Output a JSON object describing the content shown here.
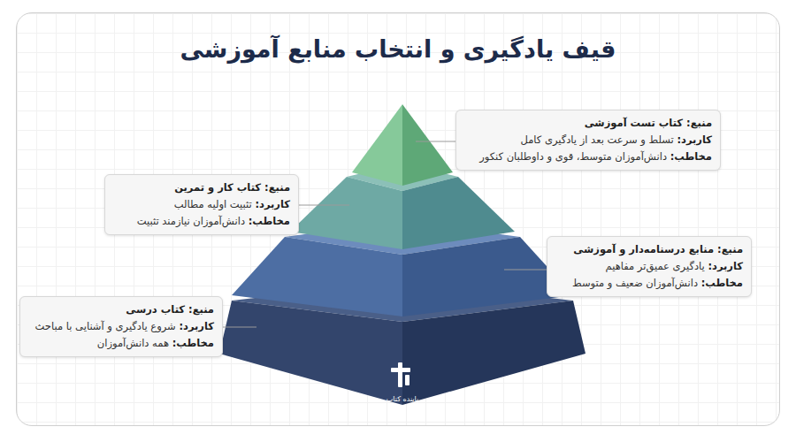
{
  "diagram": {
    "title": "قیف یادگیری و انتخاب منابع آموزشی",
    "nodes": [
      {
        "text": [
          "منبع: کتاب تست آموزشی",
          "کاربرد:",
          "تسلط و سرعت بعد از یادگیری کامل",
          "مخاطب:",
          "دانش‌آموزان متوسط، قوی و داوطلبان کنکور"
        ]
      },
      {
        "text": [
          "منبع: کتاب کار و تمرین",
          "کاربرد:",
          "تثبیت اولیه مطالب",
          "مخاطب:",
          "دانش‌آموزان نیازمند تثبیت"
        ]
      },
      {
        "text": [
          "منبع: منابع درسنامه‌دار و آموزشی",
          "کاربرد:",
          "یادگیری عمیق‌تر مفاهیم",
          "مخاطب:",
          "دانش‌آموزان ضعیف و متوسط"
        ]
      },
      {
        "text": [
          "منبع: کتاب درسی",
          "کاربرد:",
          "شروع یادگیری و آشنایی با مباحث",
          "مخاطب:",
          "همه دانش‌آموزان"
        ]
      }
    ],
    "labels": [
      "پاینده کتاب"
    ]
  }
}
